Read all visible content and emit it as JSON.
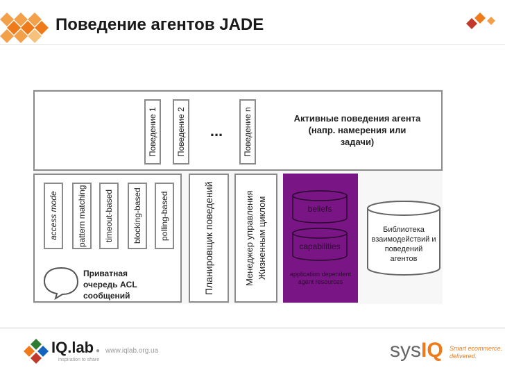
{
  "slide": {
    "title": "Поведение агентов JADE"
  },
  "diagram": {
    "behaviours": [
      "Поведение 1",
      "Поведение 2",
      "Поведение n"
    ],
    "ellipsis": "...",
    "active_behaviours": "Активные поведения агента (напр. намерения или задачи)",
    "modes": [
      "access mode",
      "pattern matching",
      "timeout-based",
      "blocking-based",
      "polling-based"
    ],
    "queue_label": "Приватная очередь ACL сообщений",
    "scheduler": "Планировщик поведений",
    "lifecycle_manager": "Менеджер управления Жизненным циклом",
    "beliefs": "beliefs",
    "capabilities": "capabilities",
    "app_resources": "application dependent agent resources",
    "library": "Библиотека взаимодействий и поведений агентов"
  },
  "footer": {
    "iqlab_logo": "IQ.lab",
    "iqlab_tagline": "inspiration to share",
    "url": "www.iqlab.org.ua",
    "sysiq_logo_a": "sys",
    "sysiq_logo_b": "IQ",
    "sysiq_tagline_1": "Smart ecommerce.",
    "sysiq_tagline_2": "delivered."
  },
  "colors": {
    "accent_orange": "#ef7a1a",
    "brand_red": "#c0392b",
    "purple": "#7a1585"
  },
  "icons": [
    "diamond-pattern-icon",
    "diamond-logo-icon",
    "speech-bubble-icon",
    "database-cylinder-icon",
    "iqlab-logo-icon"
  ]
}
